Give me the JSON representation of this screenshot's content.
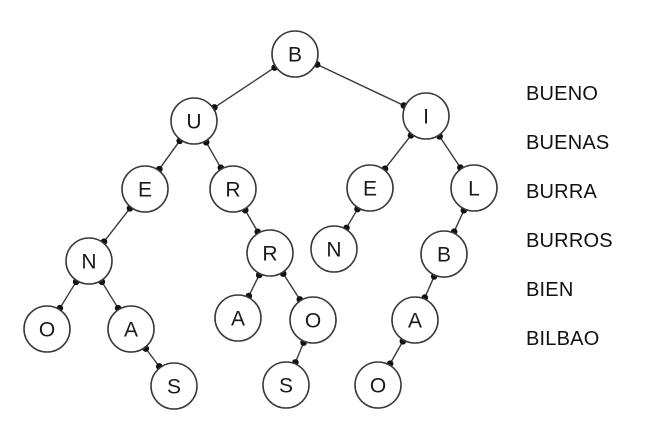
{
  "tree": {
    "nodes": [
      {
        "id": "n0",
        "label": "B"
      },
      {
        "id": "n1",
        "label": "U"
      },
      {
        "id": "n2",
        "label": "I"
      },
      {
        "id": "n3",
        "label": "E"
      },
      {
        "id": "n4",
        "label": "R"
      },
      {
        "id": "n5",
        "label": "E"
      },
      {
        "id": "n6",
        "label": "L"
      },
      {
        "id": "n7",
        "label": "N"
      },
      {
        "id": "n8",
        "label": "R"
      },
      {
        "id": "n9",
        "label": "N"
      },
      {
        "id": "n10",
        "label": "B"
      },
      {
        "id": "n11",
        "label": "O"
      },
      {
        "id": "n12",
        "label": "A"
      },
      {
        "id": "n13",
        "label": "A"
      },
      {
        "id": "n14",
        "label": "O"
      },
      {
        "id": "n15",
        "label": "A"
      },
      {
        "id": "n16",
        "label": "S"
      },
      {
        "id": "n17",
        "label": "S"
      },
      {
        "id": "n18",
        "label": "O"
      }
    ],
    "edges": [
      [
        "n0",
        "n1"
      ],
      [
        "n0",
        "n2"
      ],
      [
        "n1",
        "n3"
      ],
      [
        "n1",
        "n4"
      ],
      [
        "n2",
        "n5"
      ],
      [
        "n2",
        "n6"
      ],
      [
        "n3",
        "n7"
      ],
      [
        "n4",
        "n8"
      ],
      [
        "n5",
        "n9"
      ],
      [
        "n6",
        "n10"
      ],
      [
        "n7",
        "n11"
      ],
      [
        "n7",
        "n12"
      ],
      [
        "n8",
        "n13"
      ],
      [
        "n8",
        "n14"
      ],
      [
        "n10",
        "n15"
      ],
      [
        "n12",
        "n16"
      ],
      [
        "n14",
        "n17"
      ],
      [
        "n15",
        "n18"
      ]
    ]
  },
  "words": [
    "BUENO",
    "BUENAS",
    "BURRA",
    "BURROS",
    "BIEN",
    "BILBAO"
  ]
}
